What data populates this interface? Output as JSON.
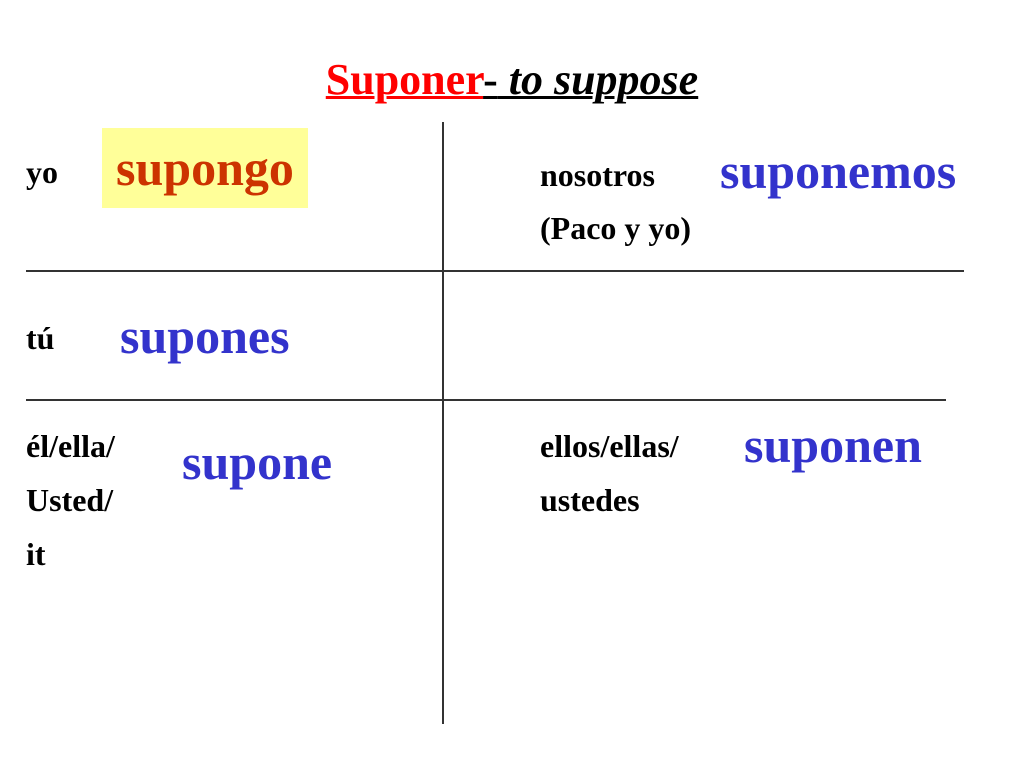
{
  "title": {
    "verb": "Suponer",
    "dash": "-",
    "meaning": " to suppose"
  },
  "cells": {
    "yo": {
      "pronoun": "yo",
      "form": "supongo"
    },
    "tu": {
      "pronoun": "tú",
      "form": "supones"
    },
    "el": {
      "pronoun_lines": [
        "él/ella/",
        "Usted/",
        "it"
      ],
      "form": "supone"
    },
    "nosotros": {
      "pronoun_lines": [
        "nosotros",
        "(Paco y yo)"
      ],
      "form": "suponemos"
    },
    "ellos": {
      "pronoun_lines": [
        "ellos/ellas/",
        "ustedes"
      ],
      "form": "suponen"
    }
  },
  "colors": {
    "title_verb": "#ff0000",
    "yo_form": "#cc3300",
    "yo_highlight": "#ffff99",
    "forms": "#3333cc",
    "text": "#000000",
    "lines": "#333333"
  }
}
